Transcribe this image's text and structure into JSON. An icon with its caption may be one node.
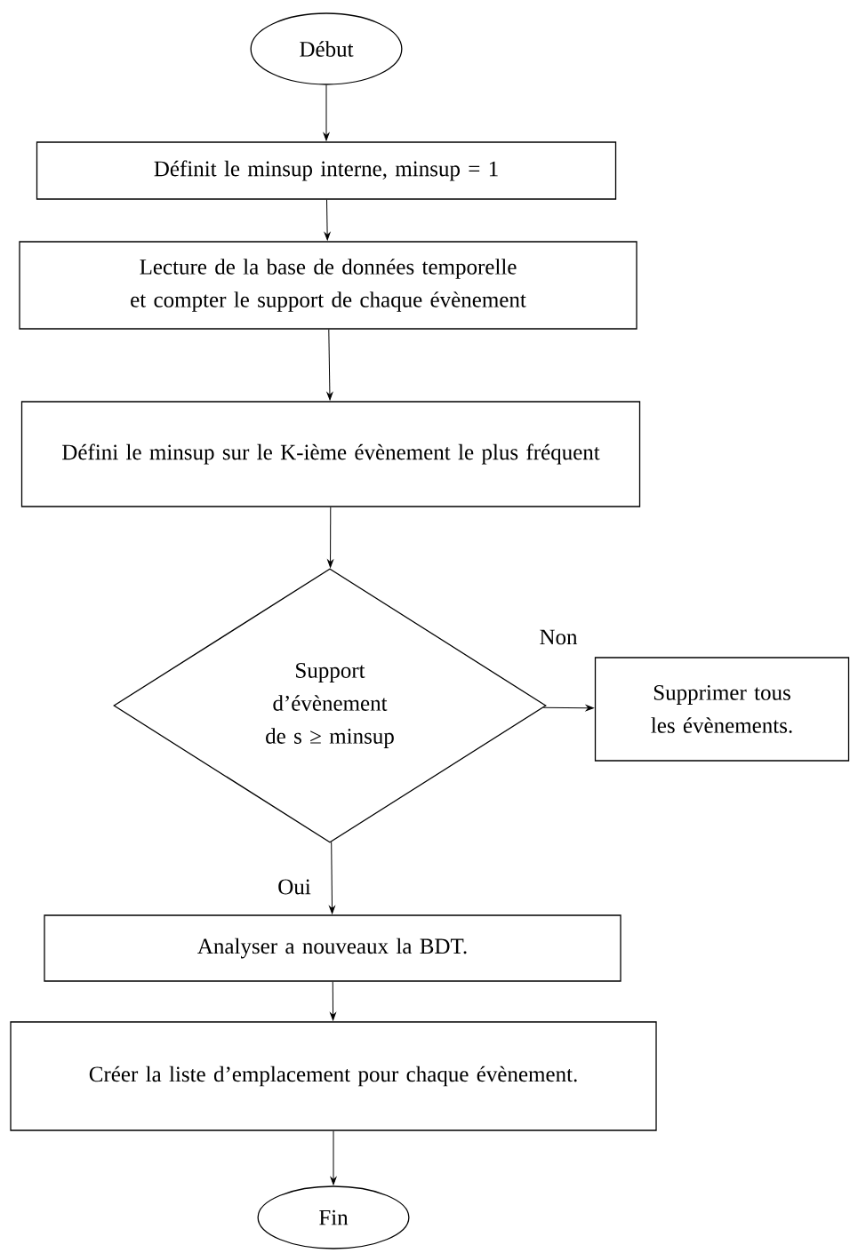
{
  "diagram": {
    "nodes": [
      {
        "text": [
          "Début"
        ]
      },
      {
        "text": [
          "Définit le minsup interne, minsup = 1"
        ]
      },
      {
        "text": [
          "Lecture de la base de données temporelle et compter le support de chaque évènement"
        ]
      },
      {
        "text": [
          "Défini le minsup sur le K-ième évènement le plus fréquent"
        ]
      },
      {
        "text": [
          "Support d’évènement de s ≥ minsup"
        ]
      },
      {
        "text": [
          "Supprimer tous les évènements."
        ]
      },
      {
        "text": [
          "Analyser a nouveaux la BDT."
        ]
      },
      {
        "text": [
          "Créer la liste d’emplacement pour chaque évènement."
        ]
      },
      {
        "text": [
          "Fin"
        ]
      }
    ],
    "edges": [
      {
        "from": 0,
        "to": 1,
        "arrow": "to"
      },
      {
        "from": 1,
        "to": 2,
        "arrow": "to"
      },
      {
        "from": 2,
        "to": 3,
        "arrow": "to"
      },
      {
        "from": 3,
        "to": 4,
        "arrow": "to"
      },
      {
        "from": 4,
        "to": 5,
        "arrow": "to",
        "label": "Non"
      },
      {
        "from": 4,
        "to": 6,
        "arrow": "to",
        "label": "Oui"
      },
      {
        "from": 6,
        "to": 7,
        "arrow": "to"
      },
      {
        "from": 7,
        "to": 8,
        "arrow": "to"
      }
    ]
  }
}
